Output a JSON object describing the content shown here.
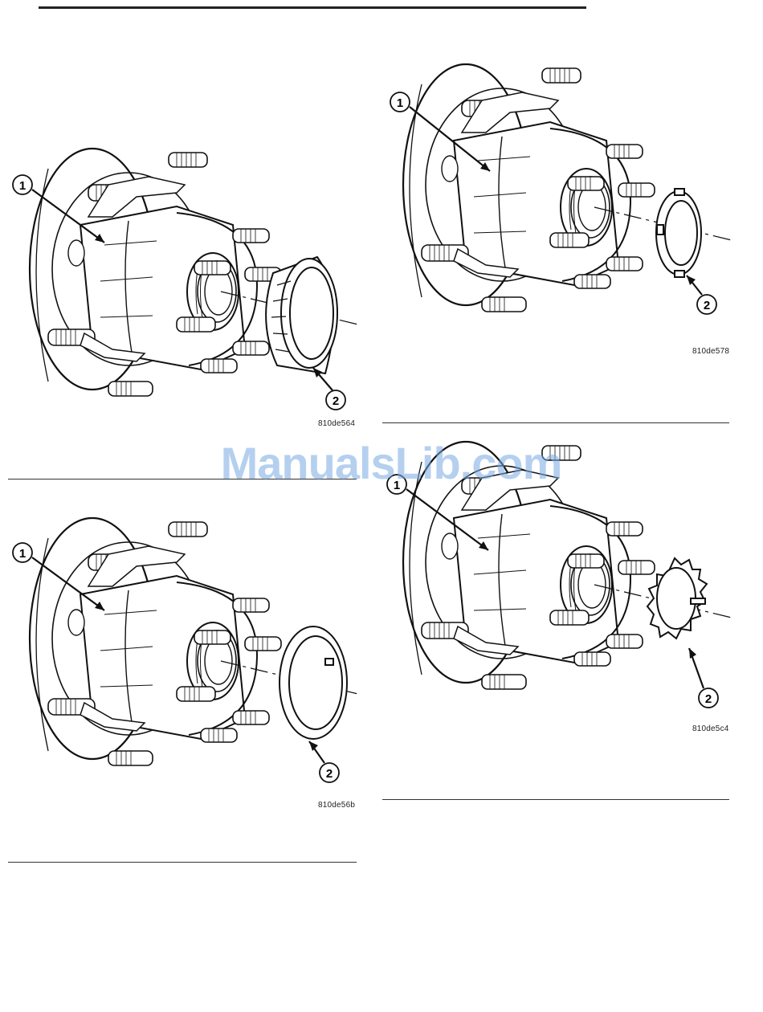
{
  "figures": [
    {
      "code": "810de564",
      "callouts": [
        "1",
        "2"
      ],
      "part": "roller-bearing"
    },
    {
      "code": "810de578",
      "callouts": [
        "1",
        "2"
      ],
      "part": "spanner-nut"
    },
    {
      "code": "810de56b",
      "callouts": [
        "1",
        "2"
      ],
      "part": "thrust-washer"
    },
    {
      "code": "810de5c4",
      "callouts": [
        "1",
        "2"
      ],
      "part": "tab-washer"
    }
  ],
  "watermark": "ManualsLib.com",
  "colors": {
    "line": "#111111",
    "watermark": "#78aae1"
  }
}
